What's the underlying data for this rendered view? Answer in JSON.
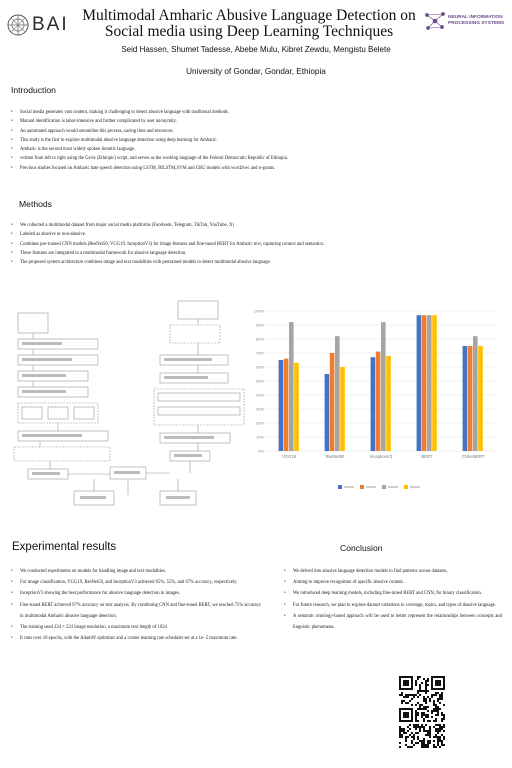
{
  "header": {
    "logo_text": "BAI",
    "title": "Multimodal Amharic Abusive Language Detection on Social media using Deep Learning Techniques",
    "authors": "Seid Hassen, Shumet Tadesse, Abebe Mulu, Kibret Zewdu, Mengistu Belete",
    "affiliation": "University of Gondar, Gondar, Ethiopia",
    "conference_logo_lines": [
      "NEURAL INFORMATION",
      "PROCESSING SYSTEMS"
    ]
  },
  "introduction": {
    "title": "Introduction",
    "bullets": [
      "Social media generates vast content, making it challenging to detect abusive language with traditional methods.",
      "Manual identification is labor-intensive and further complicated by user anonymity.",
      "An automated approach would streamline this process, saving time and resources.",
      "This study is the first to explore multimodal abusive language detection using deep learning for Amharic.",
      "Amharic is the second most widely spoken Semitic language,",
      "written from left to right using the Ge'ez (Ethiopic) script, and serves as the working language of the Federal Democratic Republic of Ethiopia.",
      "Previous studies focused on Amharic hate speech detection  using LSTM, BILSTM,SVM and GRU models with word2vec and n-grams."
    ]
  },
  "methods": {
    "title": "Methods",
    "bullets": [
      "We collected a multimodal dataset from major social media platforms (Facebook, Telegram, TikTok, YouTube, X)",
      "Labeled as abusive or non-abusive.",
      "Combines pre-trained CNN models (ResNet50, VGG19, InceptionV3) for image features and fine-tuned BERT for Amharic text, capturing context and semantics.",
      "These features are integrated in a multimodal framework for abusive language detection.",
      "The proposed system architecture combines image and text modalities with pretrained models to detect multimodal abusive language."
    ]
  },
  "results": {
    "title": "Experimental results",
    "bullets": [
      "We conducted experiments on models for handling image and text modalities.",
      "For image classification, VGG19, ResNet50, and InceptionV3 achieved 65%, 55%, and 67% accuracy, respectively.",
      "InceptionV3 showing the best performance for abusive language detection in images.",
      "Fine-tuned BERT achieved 97% accuracy on text analysis. By combining CNN and fine-tuned BERT, we reached 75% accuracy in multimodal Amharic abusive language detection.",
      "The training used 224 × 224 image resolution, a maximum text length of 1024",
      "It runs over 10 epochs, with the AdamW optimizer and a cosine learning rate scheduler set at a 1e−5 maximum rate."
    ]
  },
  "conclusion": {
    "title": "Conclusion",
    "bullets": [
      "We delved into abusive language detection models to find patterns across datasets,",
      "Aiming to improve recognition of specific abusive content.",
      " We introduced deep learning models, including fine-tuned BERT and CNN, for binary classification.",
      "For future research, we plan to explore dataset variations in coverage, topics, and types of abusive language.",
      " A semantic ontology-based approach will be used to better represent the relationships between concepts and linguistic phenomena."
    ]
  },
  "colors": {
    "blue": "#4472c4",
    "orange": "#ed7d31",
    "gray": "#a5a5a5",
    "yellow": "#ffc000",
    "accent": "#6a4b8c"
  },
  "chart_data": {
    "type": "bar",
    "categories": [
      "VGG19",
      "ResNet50",
      "InceptionV3",
      "BERT",
      "CNN+BERT"
    ],
    "series": [
      {
        "values": [
          65,
          55,
          67,
          97,
          75
        ]
      },
      {
        "values": [
          66,
          70,
          71,
          97,
          75
        ]
      },
      {
        "values": [
          92,
          82,
          92,
          97,
          82
        ]
      },
      {
        "values": [
          63,
          60,
          68,
          97,
          75
        ]
      }
    ],
    "ylim": [
      0,
      100
    ]
  }
}
